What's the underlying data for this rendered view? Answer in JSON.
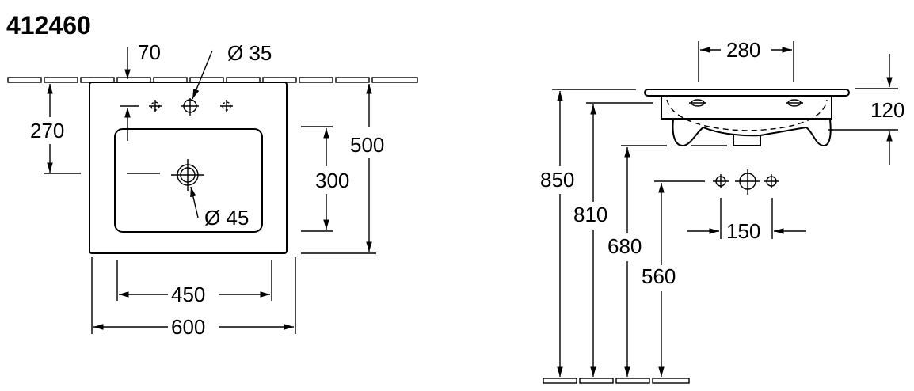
{
  "title": "412460",
  "top_view": {
    "dim_tap_offset": "70",
    "dim_tap_hole": "Ø 35",
    "dim_drain_depth": "270",
    "dim_drain_hole": "Ø 45",
    "dim_bowl_depth": "300",
    "dim_total_depth": "500",
    "dim_bowl_width": "450",
    "dim_total_width": "600"
  },
  "side_view": {
    "dim_bracket_spacing": "280",
    "dim_rim_height": "120",
    "dim_top_height": "850",
    "dim_bracket_height": "810",
    "dim_bottom_height": "680",
    "dim_tap_height": "560",
    "dim_tap_spacing": "150"
  }
}
